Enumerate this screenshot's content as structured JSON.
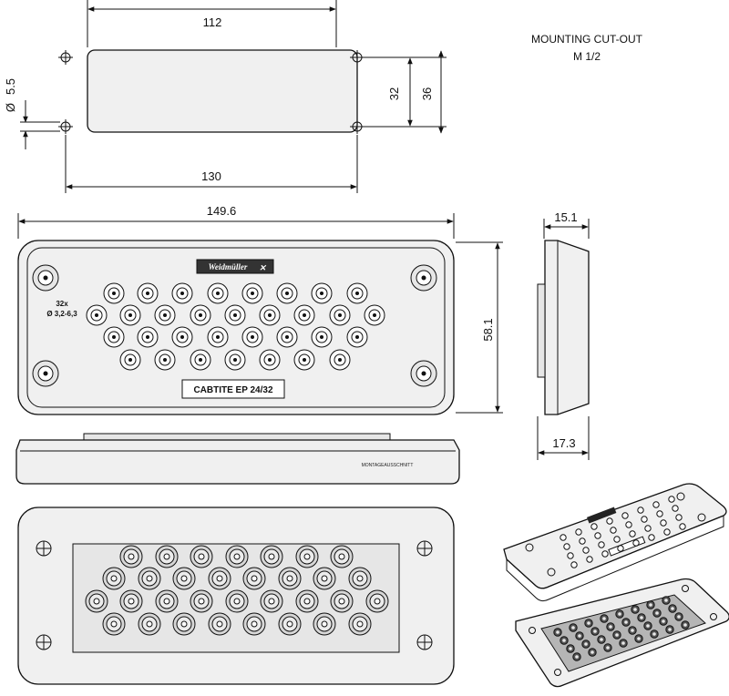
{
  "title": {
    "line1": "MOUNTING CUT-OUT",
    "line2": "M 1/2"
  },
  "dimensions": {
    "cutout_width": "112",
    "hole_pitch": "130",
    "cutout_height_inner": "32",
    "cutout_height_outer": "36",
    "hole_diameter": "5.5",
    "diameter_symbol": "Ø",
    "overall_width": "149.6",
    "overall_height": "58.1",
    "depth_top": "15.1",
    "depth_total": "17.3"
  },
  "plate": {
    "hole_count": "32x",
    "hole_range": "Ø 3,2-6,3",
    "product_label": "CABTITE EP 24/32",
    "brand": "Weidmüller",
    "side_marking": "MONTAGEAUSSCHNITT"
  }
}
